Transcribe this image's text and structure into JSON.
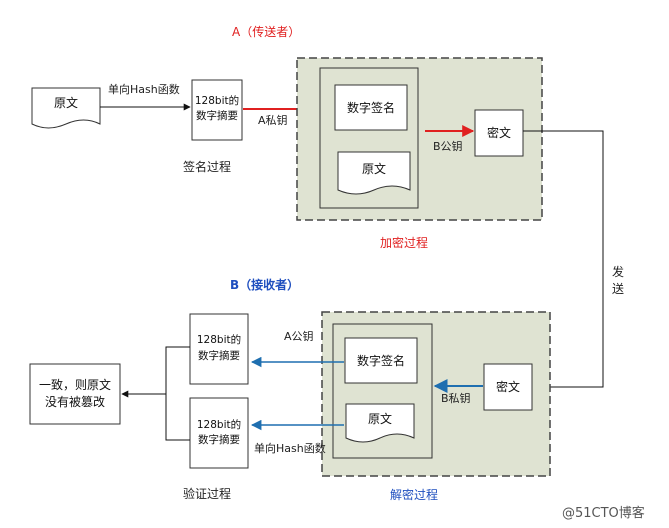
{
  "headers": {
    "sender": "A（传送者）",
    "receiver": "B（接收者）"
  },
  "top": {
    "original_doc": "原文",
    "hash_label": "单向Hash函数",
    "digest_line1": "128bit的",
    "digest_line2": "数字摘要",
    "a_private_key": "A私钥",
    "sign_process": "签名过程",
    "digital_signature": "数字签名",
    "original_inner": "原文",
    "b_public_key": "B公钥",
    "ciphertext": "密文",
    "encrypt_process": "加密过程"
  },
  "send": {
    "line1": "发",
    "line2": "送"
  },
  "bottom": {
    "ciphertext": "密文",
    "b_private_key": "B私钥",
    "digital_signature": "数字签名",
    "original_inner": "原文",
    "a_public_key": "A公钥",
    "hash_label": "单向Hash函数",
    "digest1_line1": "128bit的",
    "digest1_line2": "数字摘要",
    "digest2_line1": "128bit的",
    "digest2_line2": "数字摘要",
    "result_line1": "一致，则原文",
    "result_line2": "没有被篡改",
    "verify_process": "验证过程",
    "decrypt_process": "解密过程"
  },
  "watermark": "@51CTO博客",
  "colors": {
    "red": "#e02020",
    "blue": "#1f6fb0",
    "panel": "#dfe3d2"
  }
}
